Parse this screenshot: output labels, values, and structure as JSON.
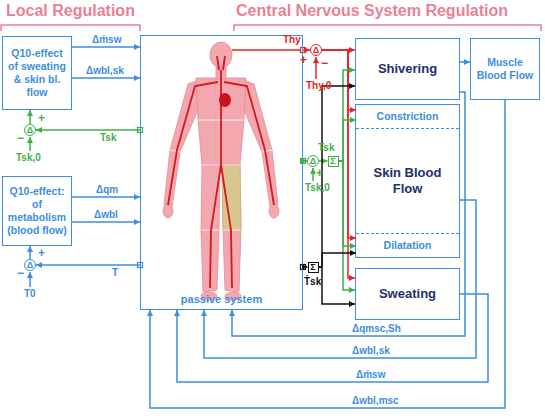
{
  "diagram": {
    "nodes": [
      {
        "text": [
          "Q10-effect of sweating & skin bl. flow"
        ]
      },
      {
        "text": [
          "Δ"
        ]
      },
      {
        "text": [
          "Q10-effect: of metabolism (blood flow)"
        ]
      },
      {
        "text": [
          "Δ"
        ]
      },
      {
        "text": [
          "passive system"
        ]
      },
      {
        "text": [
          "Δ"
        ]
      },
      {
        "text": [
          "Δ"
        ]
      },
      {
        "text": [
          "Σ"
        ]
      },
      {
        "text": [
          "Σ"
        ]
      },
      {
        "text": [
          "Shivering"
        ]
      },
      {
        "text": [
          "Skin Blood Flow"
        ]
      },
      {
        "text": [
          "Constriction"
        ],
        "in": 10
      },
      {
        "text": [
          "Dilatation"
        ],
        "in": 10
      },
      {
        "text": [
          "Sweating"
        ]
      },
      {
        "text": [
          "Muscle Blood Flow"
        ]
      }
    ],
    "edges": [
      {
        "from": 4,
        "to": 1,
        "arrow": "to",
        "label": "Tsk"
      },
      {
        "from": 1,
        "to": 0,
        "arrow": "to"
      },
      {
        "from": 0,
        "to": 4,
        "arrow": "to",
        "label": "Δṁsw"
      },
      {
        "from": 0,
        "to": 4,
        "arrow": "to",
        "label": "Δwbl,sk"
      },
      {
        "from": 4,
        "to": 3,
        "arrow": "to",
        "label": "T"
      },
      {
        "from": 3,
        "to": 2,
        "arrow": "to"
      },
      {
        "from": 2,
        "to": 4,
        "arrow": "to",
        "label": "Δqm"
      },
      {
        "from": 2,
        "to": 4,
        "arrow": "to",
        "label": "Δwbl"
      },
      {
        "from": 4,
        "to": 5,
        "arrow": "to",
        "label": "Thy"
      },
      {
        "from": 5,
        "to": 9,
        "arrow": "to"
      },
      {
        "from": 5,
        "to": 11,
        "arrow": "to"
      },
      {
        "from": 5,
        "to": 12,
        "arrow": "to"
      },
      {
        "from": 5,
        "to": 13,
        "arrow": "to"
      },
      {
        "from": 4,
        "to": 6,
        "arrow": "to",
        "label": "Tsk"
      },
      {
        "from": 6,
        "to": 7,
        "arrow": "to"
      },
      {
        "from": 7,
        "to": 9,
        "arrow": "to"
      },
      {
        "from": 7,
        "to": 11,
        "arrow": "to"
      },
      {
        "from": 7,
        "to": 12,
        "arrow": "to"
      },
      {
        "from": 7,
        "to": 13,
        "arrow": "to"
      },
      {
        "from": 4,
        "to": 8,
        "arrow": "to",
        "label": "Ṫsk"
      },
      {
        "from": 8,
        "to": 9,
        "arrow": "to"
      },
      {
        "from": 8,
        "to": 12,
        "arrow": "to"
      },
      {
        "from": 8,
        "to": 13,
        "arrow": "to"
      },
      {
        "from": 9,
        "to": 14,
        "arrow": "to"
      },
      {
        "from": 9,
        "to": 4,
        "arrow": "to",
        "label": "Δqmsc,Sh"
      },
      {
        "from": 10,
        "to": 4,
        "arrow": "to",
        "label": "Δwbl,sk"
      },
      {
        "from": 13,
        "to": 4,
        "arrow": "to",
        "label": "Δṁsw"
      },
      {
        "from": 14,
        "to": 4,
        "arrow": "to",
        "label": "Δwbl,msc"
      }
    ],
    "labels": [
      "Local Regulation",
      "Central Nervous System Regulation",
      "+",
      "−",
      "Tsk,0",
      "+",
      "−",
      "T0",
      "+",
      "−",
      "Thy,0",
      "+",
      "Tsk,0"
    ]
  }
}
